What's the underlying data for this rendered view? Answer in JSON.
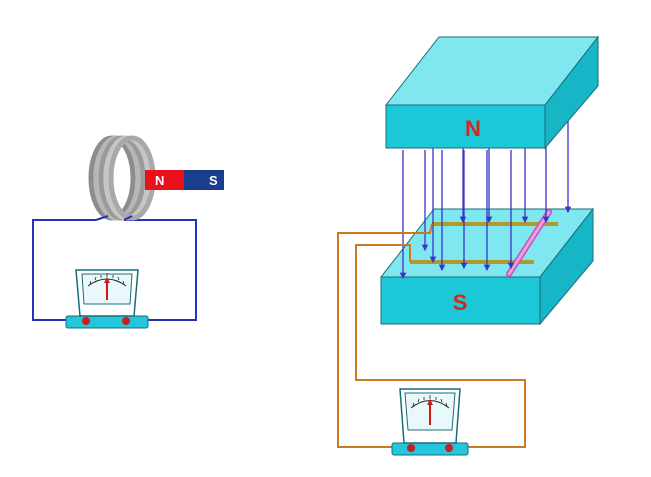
{
  "left_setup": {
    "bar_magnet": {
      "north_label": "N",
      "south_label": "S",
      "north_color": "#e8101a",
      "south_color": "#1a3d8f"
    },
    "coil": {
      "color": "#b3b3b3"
    },
    "circuit_color": "#2233b8",
    "meter_icon": "galvanometer-icon"
  },
  "right_setup": {
    "top_magnet": {
      "label": "N"
    },
    "bottom_magnet": {
      "label": "S"
    },
    "magnet_color": "#1cc8d8",
    "pole_label_color": "#d9261c",
    "field_line_color": "#3a34c8",
    "rail_color": "#b09a2a",
    "moving_rod_color": "#e27bd6",
    "circuit_color": "#cc7a22",
    "meter_icon": "galvanometer-icon"
  },
  "meter_colors": {
    "face": "#ffffff",
    "pointer": "#d41515",
    "base": "#24c6dc",
    "knob": "#c81e1e"
  }
}
